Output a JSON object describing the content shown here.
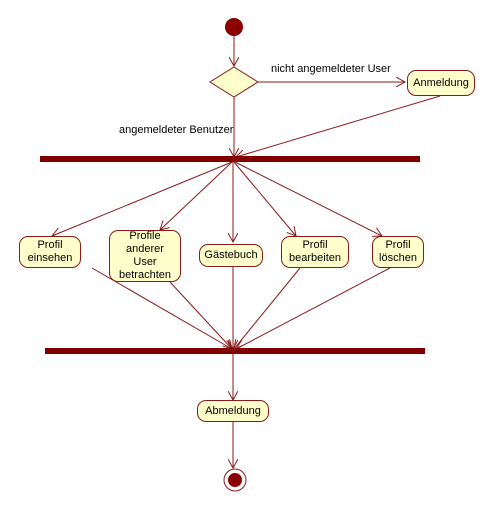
{
  "diagram": {
    "guard_not_logged_in": "nicht angemeldeter User",
    "guard_logged_in": "angemeldeter Benutzer",
    "activities": {
      "login": "Anmeldung",
      "view_profile": "Profil\neinsehen",
      "view_other_profiles": "Profile\nanderer User\nbetrachten",
      "guestbook": "Gästebuch",
      "edit_profile": "Profil\nbearbeiten",
      "delete_profile": "Profil\nlöschen",
      "logout": "Abmeldung"
    },
    "colors": {
      "line": "#8b1a1a",
      "bar": "#800000",
      "node_fill": "#ffffcc",
      "start": "#8b0000"
    }
  }
}
